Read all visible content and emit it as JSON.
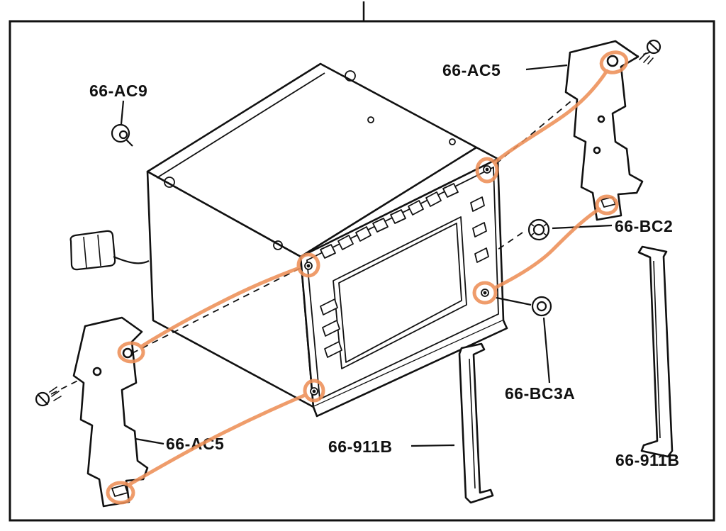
{
  "page": {
    "background": "#ffffff"
  },
  "diagram": {
    "type": "exploded-parts-diagram",
    "line_color": "#111111",
    "annotation_color": "#ED8F57",
    "labels": {
      "grommet_top_left": "66-AC9",
      "bracket_top_right": "66-AC5",
      "knob_right": "66-BC2",
      "grommet_lower_right": "66-BC3A",
      "rail_center": "66-911B",
      "bracket_bottom_left": "66-AC5",
      "rail_right": "66-911B"
    }
  }
}
